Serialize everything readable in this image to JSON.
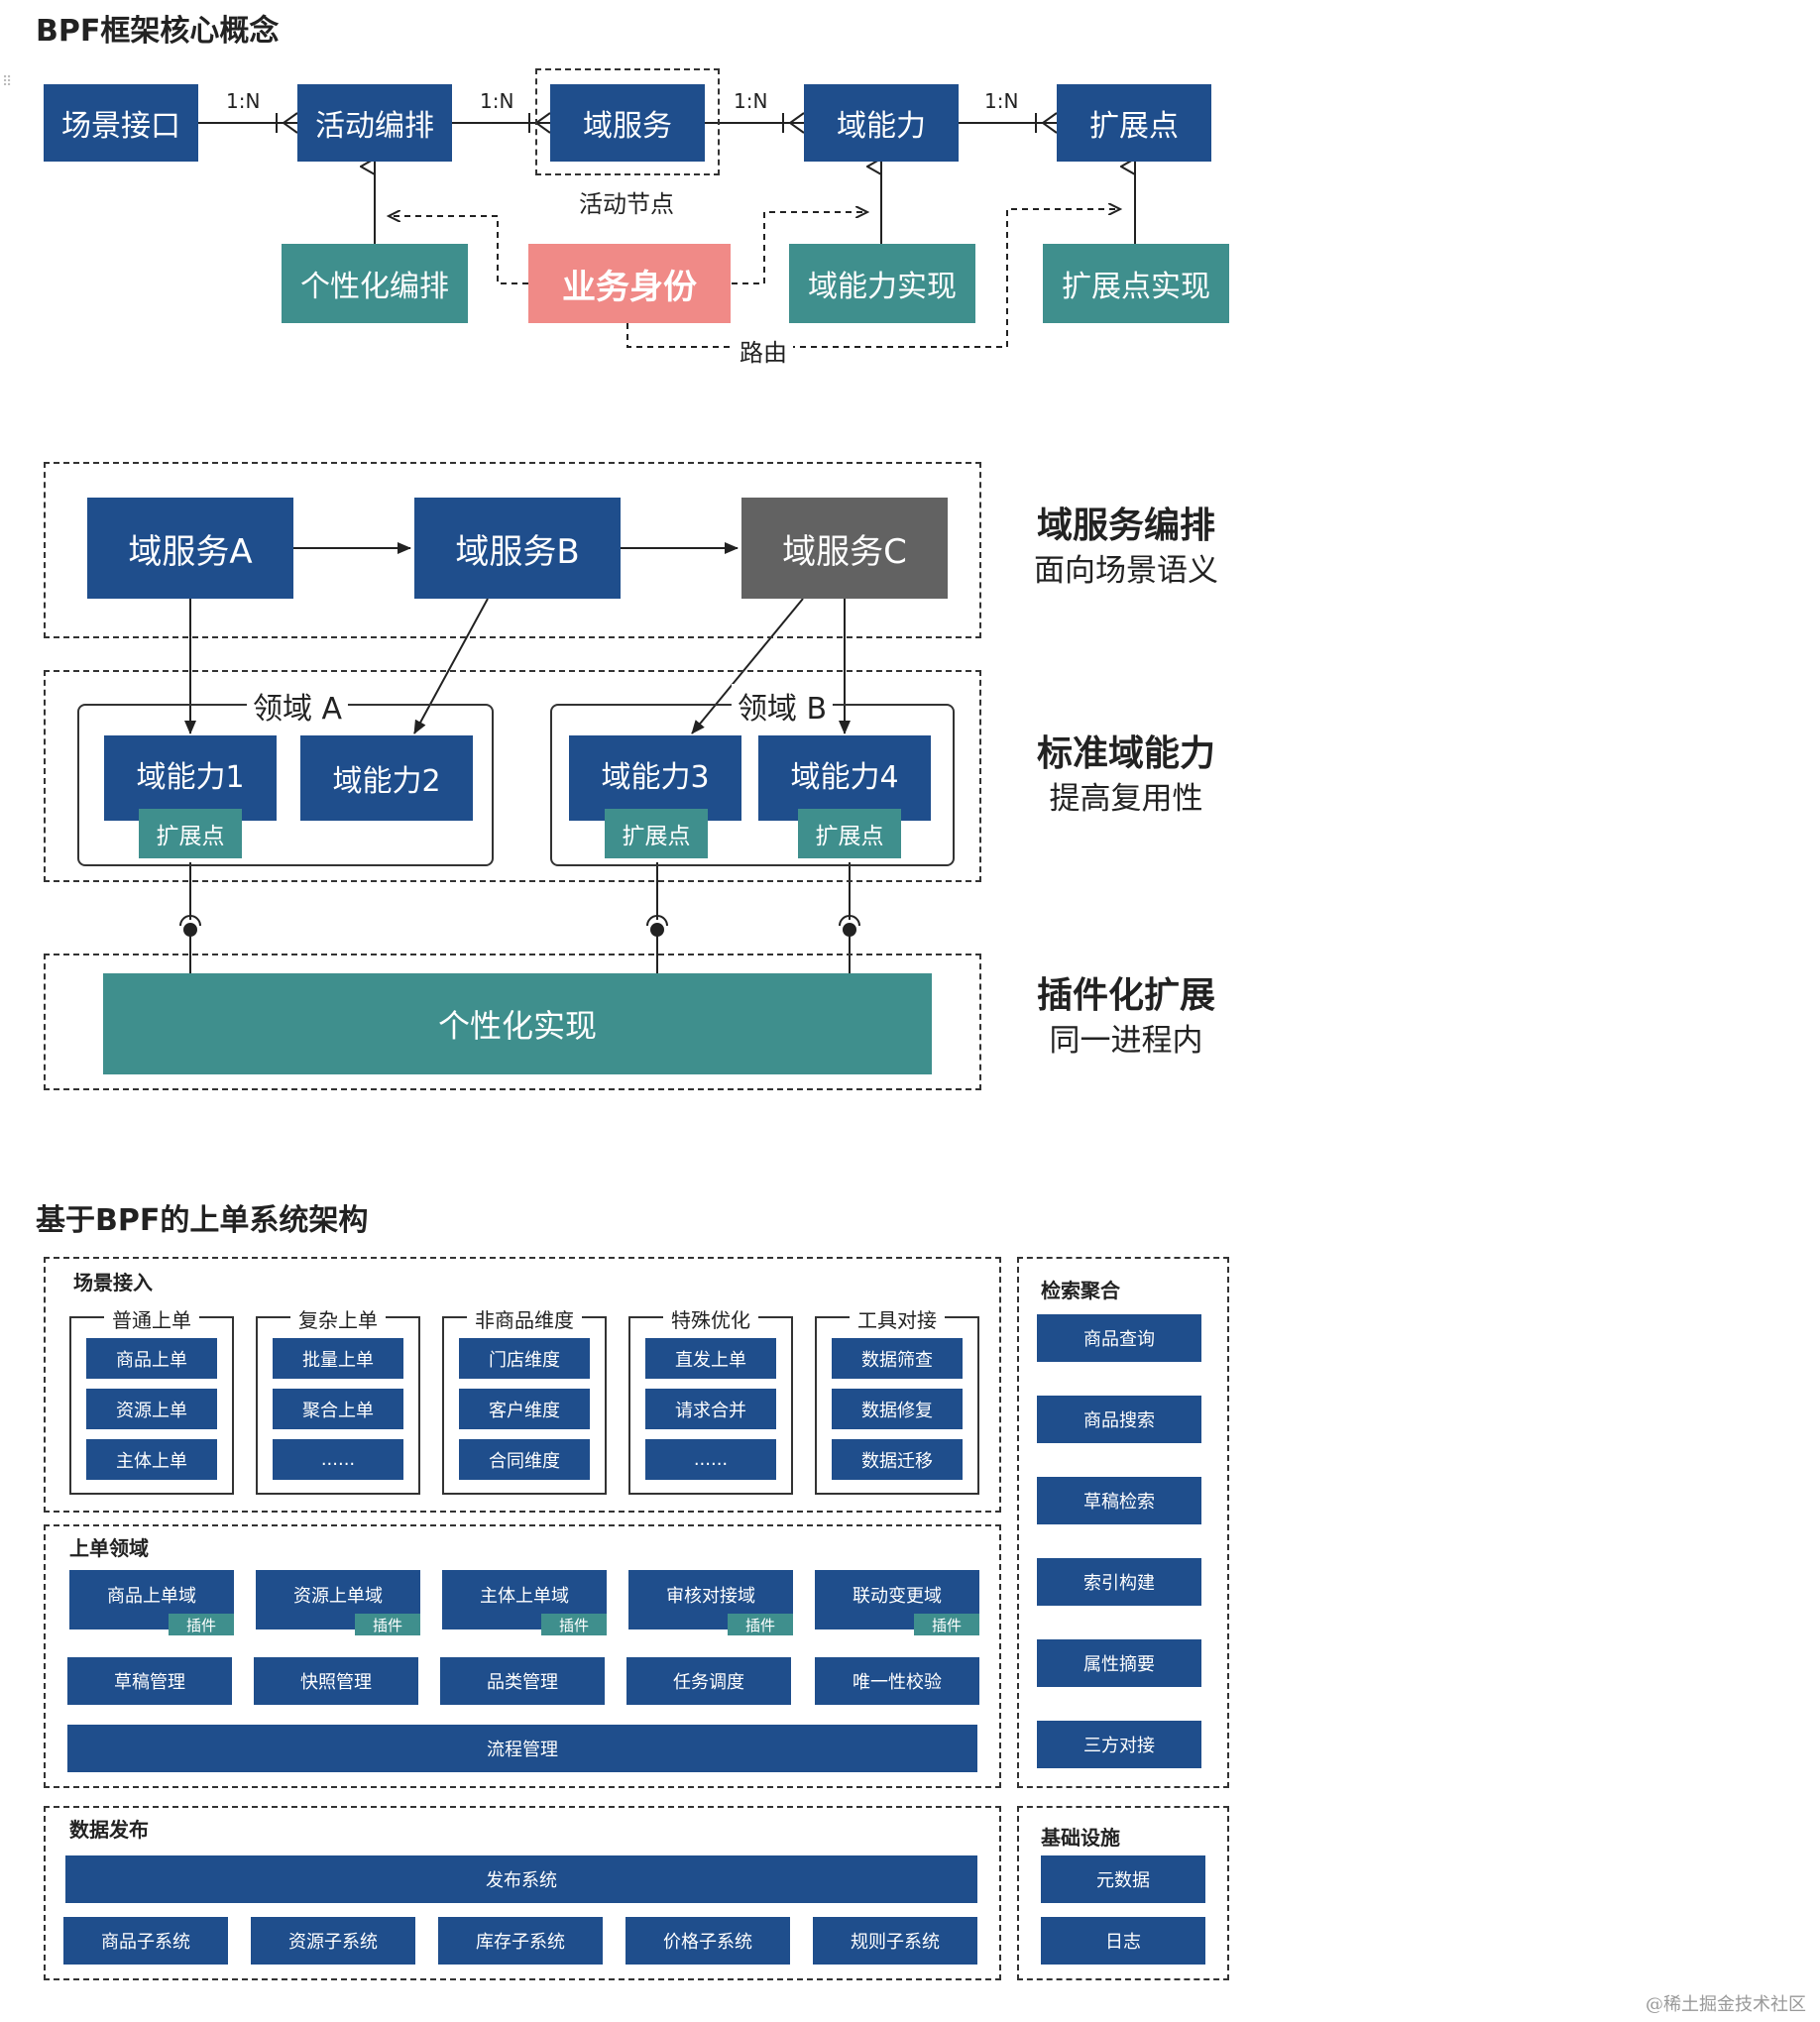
{
  "section1": {
    "title": "BPF框架核心概念",
    "row1": {
      "scene_interface": "场景接口",
      "activity_orchestration": "活动编排",
      "domain_service": "域服务",
      "domain_capability": "域能力",
      "extension_point": "扩展点"
    },
    "ratio": "1:N",
    "activity_node_label": "活动节点",
    "row2": {
      "personalized_orchestration": "个性化编排",
      "business_identity": "业务身份",
      "capability_impl": "域能力实现",
      "extension_impl": "扩展点实现"
    },
    "routing_label": "路由"
  },
  "section2": {
    "services": [
      "域服务A",
      "域服务B",
      "域服务C"
    ],
    "domain_a": "领域 A",
    "domain_b": "领域 B",
    "capabilities": [
      "域能力1",
      "域能力2",
      "域能力3",
      "域能力4"
    ],
    "extension_point": "扩展点",
    "personalized_impl": "个性化实现",
    "desc1": {
      "title": "域服务编排",
      "sub": "面向场景语义"
    },
    "desc2": {
      "title": "标准域能力",
      "sub": "提高复用性"
    },
    "desc3": {
      "title": "插件化扩展",
      "sub": "同一进程内"
    }
  },
  "section3": {
    "title": "基于BPF的上单系统架构",
    "scene_access": {
      "title": "场景接入",
      "groups": [
        {
          "title": "普通上单",
          "items": [
            "商品上单",
            "资源上单",
            "主体上单"
          ]
        },
        {
          "title": "复杂上单",
          "items": [
            "批量上单",
            "聚合上单",
            "......"
          ]
        },
        {
          "title": "非商品维度",
          "items": [
            "门店维度",
            "客户维度",
            "合同维度"
          ]
        },
        {
          "title": "特殊优化",
          "items": [
            "直发上单",
            "请求合并",
            "......"
          ]
        },
        {
          "title": "工具对接",
          "items": [
            "数据筛查",
            "数据修复",
            "数据迁移"
          ]
        }
      ]
    },
    "order_domain": {
      "title": "上单领域",
      "domains": [
        "商品上单域",
        "资源上单域",
        "主体上单域",
        "审核对接域",
        "联动变更域"
      ],
      "plugin_label": "插件",
      "managers": [
        "草稿管理",
        "快照管理",
        "品类管理",
        "任务调度",
        "唯一性校验"
      ],
      "flow": "流程管理"
    },
    "data_publish": {
      "title": "数据发布",
      "publish_system": "发布系统",
      "subsystems": [
        "商品子系统",
        "资源子系统",
        "库存子系统",
        "价格子系统",
        "规则子系统"
      ]
    },
    "search": {
      "title": "检索聚合",
      "items": [
        "商品查询",
        "商品搜索",
        "草稿检索",
        "索引构建",
        "属性摘要",
        "三方对接"
      ]
    },
    "infra": {
      "title": "基础设施",
      "items": [
        "元数据",
        "日志"
      ]
    }
  },
  "watermark": "@稀土掘金技术社区"
}
